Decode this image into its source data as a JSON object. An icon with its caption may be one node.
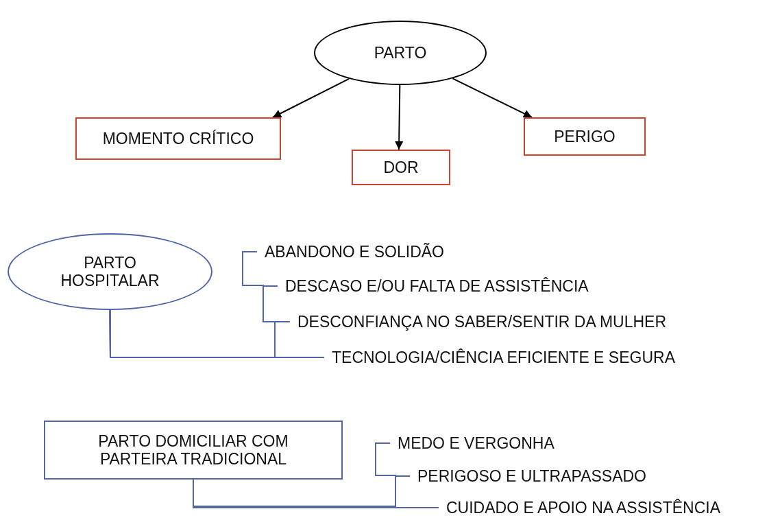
{
  "diagram": {
    "nodes": [
      {
        "text": [
          "PARTO"
        ]
      },
      {
        "text": [
          "MOMENTO CRÍTICO"
        ]
      },
      {
        "text": [
          "DOR"
        ]
      },
      {
        "text": [
          "PERIGO"
        ]
      },
      {
        "text": [
          "PARTO HOSPITALAR"
        ]
      },
      {
        "text": [
          "ABANDONO E SOLIDÃO"
        ]
      },
      {
        "text": [
          "DESCASO E/OU FALTA DE ASSISTÊNCIA"
        ]
      },
      {
        "text": [
          "DESCONFIANÇA NO SABER/SENTIR DA MULHER"
        ]
      },
      {
        "text": [
          "TECNOLOGIA/CIÊNCIA EFICIENTE E SEGURA"
        ]
      },
      {
        "text": [
          "PARTO DOMICILIAR COM PARTEIRA TRADICIONAL"
        ]
      },
      {
        "text": [
          "MEDO E VERGONHA"
        ]
      },
      {
        "text": [
          "PERIGOSO E ULTRAPASSADO"
        ]
      },
      {
        "text": [
          "CUIDADO E APOIO NA ASSISTÊNCIA"
        ]
      }
    ],
    "edges": [
      {
        "from": 0,
        "to": 1,
        "arrow": "to",
        "color": "#000000"
      },
      {
        "from": 0,
        "to": 2,
        "arrow": "to",
        "color": "#000000"
      },
      {
        "from": 0,
        "to": 3,
        "arrow": "to",
        "color": "#000000"
      },
      {
        "from": 4,
        "to": 5,
        "arrow": "none"
      },
      {
        "from": 4,
        "to": 6,
        "arrow": "none"
      },
      {
        "from": 4,
        "to": 7,
        "arrow": "none"
      },
      {
        "from": 4,
        "to": 8,
        "arrow": "none"
      },
      {
        "from": 9,
        "to": 10,
        "arrow": "none"
      },
      {
        "from": 9,
        "to": 11,
        "arrow": "none"
      },
      {
        "from": 9,
        "to": 12,
        "arrow": "none"
      }
    ]
  }
}
